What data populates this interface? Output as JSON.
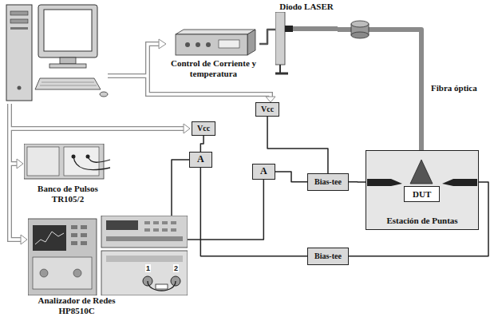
{
  "diagram": {
    "nodes": [
      {
        "text": [
          "Control de Corriente y temperatura"
        ]
      },
      {
        "text": [
          "Diodo LASER"
        ]
      },
      {
        "text": [
          "Vcc"
        ]
      },
      {
        "text": [
          "Vcc"
        ]
      },
      {
        "text": [
          "A"
        ]
      },
      {
        "text": [
          "A"
        ]
      },
      {
        "text": [
          "Bias-tee"
        ]
      },
      {
        "text": [
          "Bias-tee"
        ]
      },
      {
        "text": [
          "Estación de Puntas"
        ]
      },
      {
        "text": [
          "DUT"
        ],
        "in": 8
      },
      {
        "text": [
          "Banco de Pulsos TR105/2"
        ]
      },
      {
        "text": [
          "Analizador de Redes HP8510C"
        ]
      }
    ],
    "edges": [
      {
        "from": 0,
        "to": 1,
        "arrow": "none"
      },
      {
        "from": 1,
        "to": 8,
        "label": "Fibra óptica",
        "arrow": "none"
      },
      {
        "from": 2,
        "to": 6,
        "arrow": "none"
      },
      {
        "from": 5,
        "to": 6,
        "arrow": "none"
      },
      {
        "from": 3,
        "to": 4,
        "arrow": "none"
      },
      {
        "from": 4,
        "to": 7,
        "arrow": "none"
      },
      {
        "from": 6,
        "to": 8,
        "arrow": "none"
      },
      {
        "from": 7,
        "to": 8,
        "arrow": "none"
      },
      {
        "from": 11,
        "to": 4,
        "arrow": "none"
      },
      {
        "from": 11,
        "to": 5,
        "arrow": "none"
      }
    ],
    "labels": [
      "1",
      "2"
    ]
  }
}
